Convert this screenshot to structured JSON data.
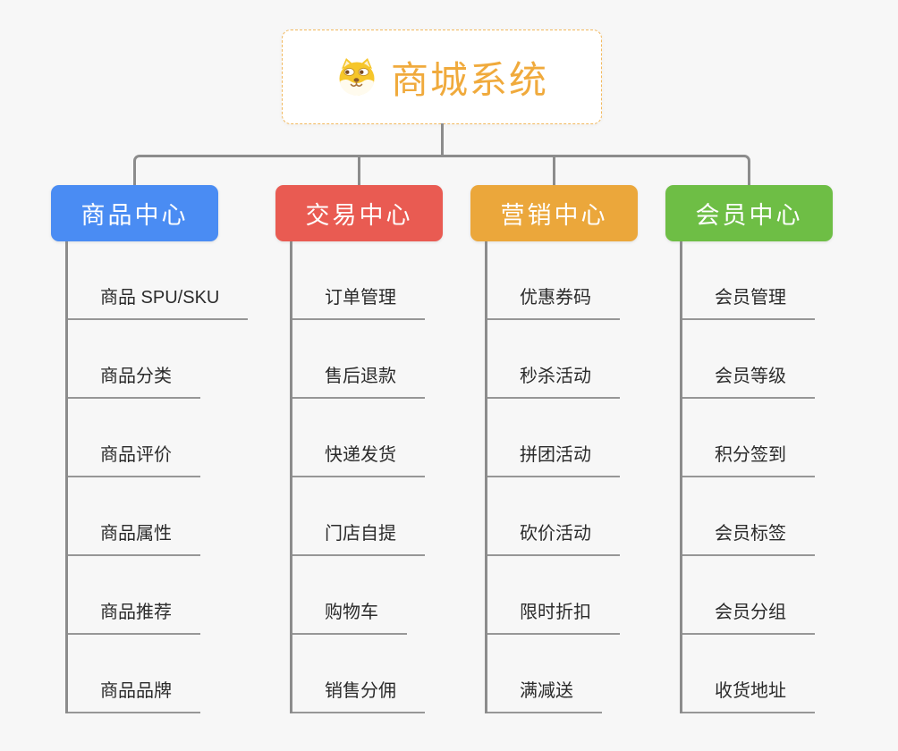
{
  "canvas": {
    "background": "#f7f7f7",
    "line_color": "#8c8c8c",
    "underline_color": "#979797"
  },
  "root": {
    "label": "商城系统",
    "icon": "dog-face-icon",
    "text_color": "#f0aa3c",
    "border_color": "#f2b95e",
    "background": "#ffffff"
  },
  "branches": [
    {
      "label": "商品中心",
      "color": "#4a8cf3",
      "items": [
        "商品 SPU/SKU",
        "商品分类",
        "商品评价",
        "商品属性",
        "商品推荐",
        "商品品牌"
      ]
    },
    {
      "label": "交易中心",
      "color": "#e95b52",
      "items": [
        "订单管理",
        "售后退款",
        "快递发货",
        "门店自提",
        "购物车",
        "销售分佣"
      ]
    },
    {
      "label": "营销中心",
      "color": "#eba73b",
      "items": [
        "优惠券码",
        "秒杀活动",
        "拼团活动",
        "砍价活动",
        "限时折扣",
        "满减送"
      ]
    },
    {
      "label": "会员中心",
      "color": "#6ebe45",
      "items": [
        "会员管理",
        "会员等级",
        "积分签到",
        "会员标签",
        "会员分组",
        "收货地址"
      ]
    }
  ]
}
